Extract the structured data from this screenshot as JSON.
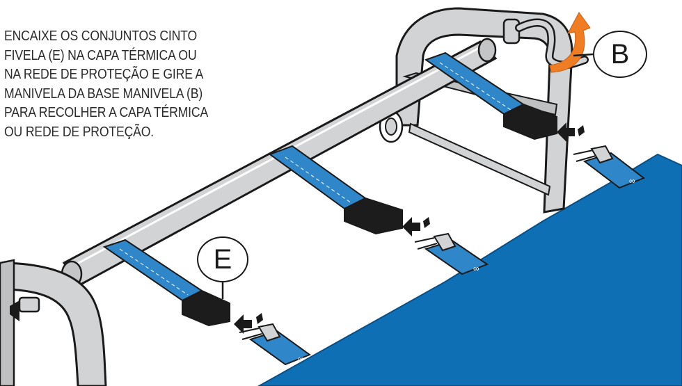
{
  "instruction": {
    "lines": [
      "ENCAIXE OS CONJUNTOS CINTO",
      "FIVELA (E) NA CAPA TÉRMICA OU",
      "NA REDE DE PROTEÇÃO E GIRE A",
      "MANIVELA DA BASE MANIVELA (B)",
      "PARA RECOLHER A CAPA TÉRMICA",
      "OU REDE DE PROTEÇÃO."
    ]
  },
  "callouts": {
    "b": "B",
    "e": "E"
  },
  "colors": {
    "cover_blue": "#0f6fb5",
    "strap_blue": "#2f86c8",
    "frame_gray": "#d2d3d5",
    "frame_outline": "#1a1a1a",
    "rotation_arrow": "#ef7d23",
    "buckle_black": "#1c1c1c"
  },
  "icons": {
    "rotation": "curved-arrow-icon",
    "insert": "double-chevron-arrow-icon"
  }
}
